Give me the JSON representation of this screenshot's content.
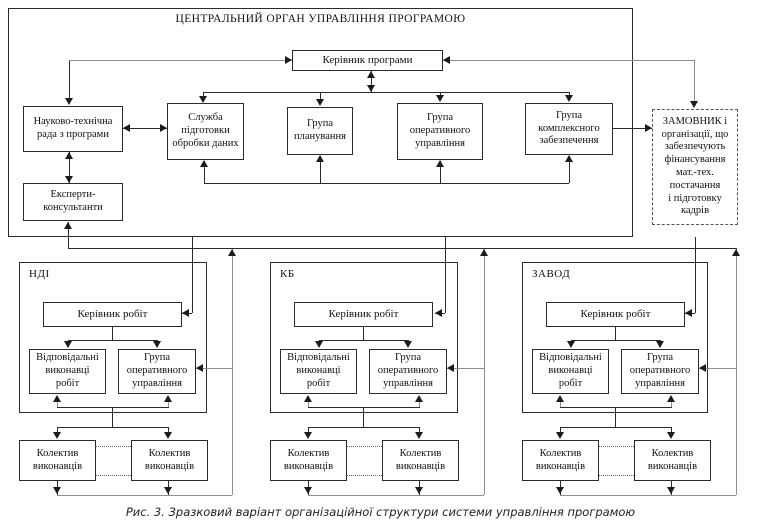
{
  "central": {
    "title": "ЦЕНТРАЛЬНИЙ ОРГАН УПРАВЛІННЯ ПРОГРАМОЮ",
    "program_manager": "Керівник програми",
    "science_council": "Науково-технічна\nрада з програми",
    "data_prep_service": "Служба\nпідготовки\nобробки даних",
    "planning_group": "Група\nпланування",
    "operational_group": "Група\nоперативного\nуправління",
    "complex_support_group": "Група\nкомплексного\nзабезпечення",
    "experts": "Експерти-\nконсультанти"
  },
  "customer_box": "ЗАМОВНИК і\nорганізації, що\nзабезпечують\nфінансування\nмат.-тех.\nпостачання\nі підготовку\nкадрів",
  "sections": [
    {
      "label": "НДІ",
      "work_manager": "Керівник робіт",
      "responsible_executors": "Відповідальні\nвиконавці\nробіт",
      "operational_group": "Група\nоперативного\nуправління",
      "team_1": "Колектив\nвиконавців",
      "team_2": "Колектив\nвиконавців"
    },
    {
      "label": "КБ",
      "work_manager": "Керівник робіт",
      "responsible_executors": "Відповідальні\nвиконавці\nробіт",
      "operational_group": "Група\nоперативного\nуправління",
      "team_1": "Колектив\nвиконавців",
      "team_2": "Колектив\nвиконавців"
    },
    {
      "label": "ЗАВОД",
      "work_manager": "Керівник робіт",
      "responsible_executors": "Відповідальні\nвиконавці\nробіт",
      "operational_group": "Група\nоперативного\nуправління",
      "team_1": "Колектив\nвиконавців",
      "team_2": "Колектив\nвиконавців"
    }
  ],
  "caption": "Рис. 3. Зразковий варіант організаційної структури системи управління програмою"
}
